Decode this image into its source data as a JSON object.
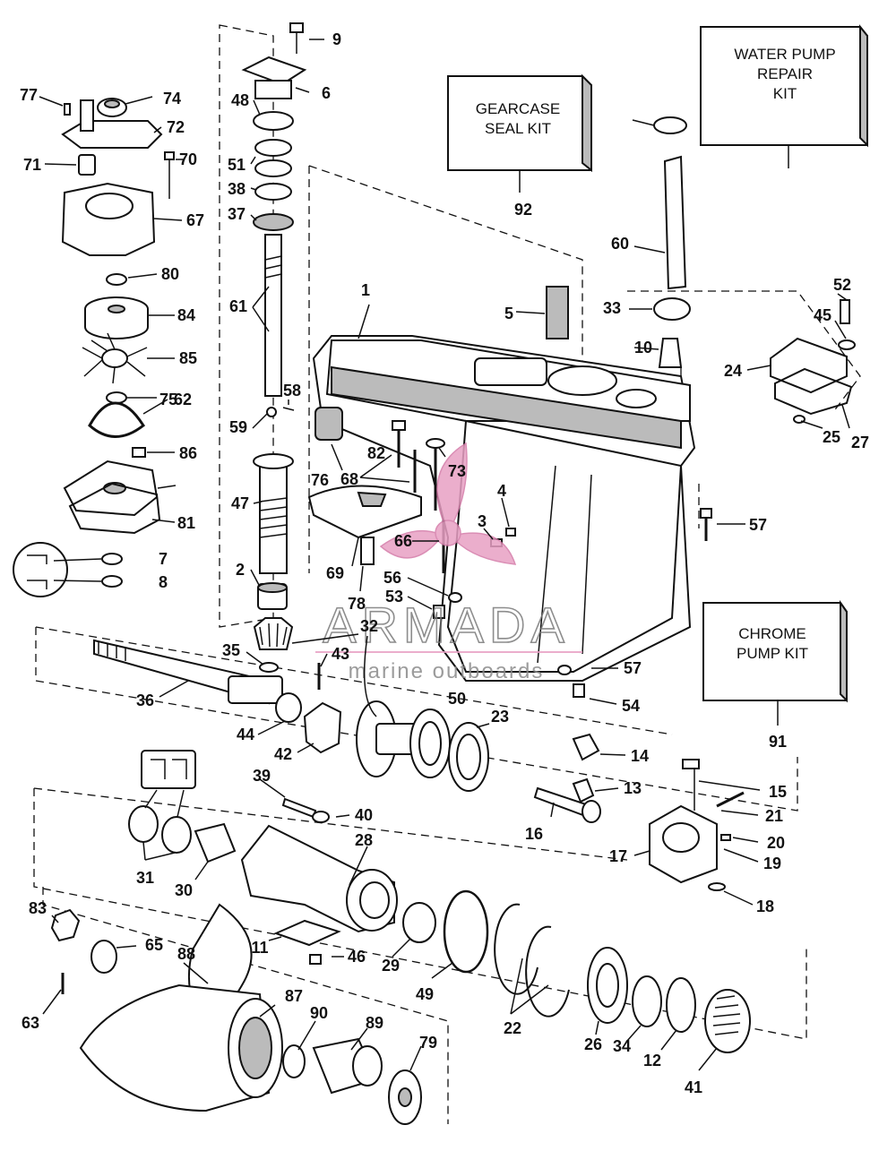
{
  "watermark": {
    "brand": "ARMADA",
    "tagline": "marine outboards",
    "logo_color": "#e8a0c4"
  },
  "kits": [
    {
      "id": "90",
      "label_lines": [
        "GEARCASE",
        "SEAL KIT"
      ]
    },
    {
      "id": "91",
      "label_lines": [
        "WATER PUMP",
        "REPAIR",
        "KIT"
      ]
    },
    {
      "id": "89",
      "label_lines": [
        "CHROME",
        "PUMP KIT"
      ]
    }
  ],
  "callouts": [
    "1",
    "2",
    "3",
    "4",
    "5",
    "6",
    "7",
    "8",
    "9",
    "10",
    "11",
    "12",
    "13",
    "14",
    "15",
    "16",
    "17",
    "18",
    "19",
    "20",
    "21",
    "22",
    "23",
    "24",
    "25",
    "26",
    "27",
    "28",
    "29",
    "30",
    "31",
    "32",
    "33",
    "34",
    "35",
    "36",
    "37",
    "38",
    "39",
    "40",
    "41",
    "42",
    "43",
    "44",
    "45",
    "46",
    "47",
    "48",
    "49",
    "50",
    "51",
    "52",
    "53",
    "54",
    "56",
    "57",
    "58",
    "59",
    "60",
    "61",
    "62",
    "63",
    "65",
    "66",
    "67",
    "68",
    "69",
    "70",
    "71",
    "72",
    "73",
    "74",
    "75",
    "76",
    "77",
    "78",
    "79",
    "80",
    "81",
    "82",
    "83",
    "84",
    "85",
    "86",
    "87",
    "88",
    "89",
    "90",
    "91",
    "92"
  ]
}
